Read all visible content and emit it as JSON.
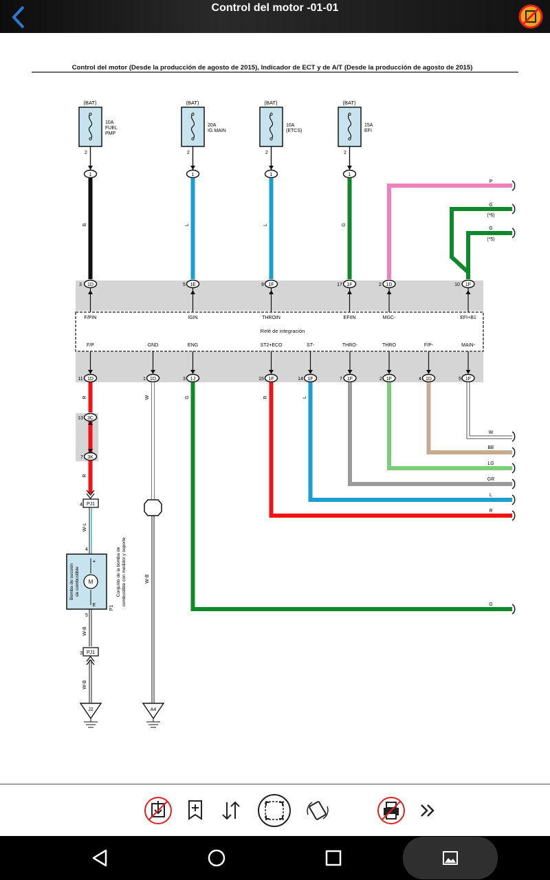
{
  "app": {
    "title": "Control del motor -01-01"
  },
  "diagram": {
    "heading": "Control del motor (Desde la producción de agosto de 2015), Indicador de ECT y de A/T (Desde la producción de agosto de 2015)",
    "bat_label": "(BAT)",
    "fuses": [
      {
        "amp": "10A",
        "name1": "FUEL",
        "name2": "PMP",
        "pin": "2",
        "conn": "1",
        "wire": "B",
        "relay_pin": "3",
        "relay_conn": "1D",
        "signal": "F/PIN"
      },
      {
        "amp": "20A",
        "name1": "IG MAIN",
        "name2": "",
        "pin": "2",
        "conn": "1",
        "wire": "L",
        "relay_pin": "5",
        "relay_conn": "1E",
        "signal": "IGIN"
      },
      {
        "amp": "10A",
        "name1": "(ETCS)",
        "name2": "",
        "pin": "2",
        "conn": "1",
        "wire": "L",
        "relay_pin": "9",
        "relay_conn": "1F",
        "signal": "THROIN"
      },
      {
        "amp": "15A",
        "name1": "EFI",
        "name2": "",
        "pin": "2",
        "conn": "1",
        "wire": "G",
        "relay_pin": "17",
        "relay_conn": "1F",
        "signal": "EFIIN"
      }
    ],
    "top_extra": [
      {
        "relay_pin": "2",
        "relay_conn": "1D",
        "signal": "MGC-"
      },
      {
        "relay_pin": "10",
        "relay_conn": "1F",
        "signal": "EFI+B1"
      }
    ],
    "right_top_wires": [
      {
        "label": "P",
        "note": ""
      },
      {
        "label": "G",
        "note": "(*6)"
      },
      {
        "label": "G",
        "note": "(*5)"
      }
    ],
    "relay_name": "Relé de integración",
    "bottom_pins": [
      {
        "signal": "F/P",
        "pin": "11",
        "conn": "1D"
      },
      {
        "signal": "GND",
        "pin": "1",
        "conn": "1D"
      },
      {
        "signal": "ENG",
        "pin": "3",
        "conn": "1J"
      },
      {
        "signal": "ST2+ECO",
        "pin": "15",
        "conn": "1F"
      },
      {
        "signal": "ST-",
        "pin": "14",
        "conn": "1F"
      },
      {
        "signal": "THRO-",
        "pin": "7",
        "conn": "1F"
      },
      {
        "signal": "THRO",
        "pin": "2",
        "conn": "1F"
      },
      {
        "signal": "F/P-",
        "pin": "4",
        "conn": "1D"
      },
      {
        "signal": "MAIN-",
        "pin": "5",
        "conn": "1F"
      }
    ],
    "bottom_wire_labels": {
      "fp": "R",
      "gnd": "W",
      "eng": "G",
      "st2": "R",
      "st": "L"
    },
    "right_bottom_wires": [
      "W",
      "BE",
      "LG",
      "GR",
      "L",
      "R",
      "G"
    ],
    "junction": {
      "pin_a": "13",
      "conn_a": "3C",
      "pin_b": "7",
      "conn_b": "3K"
    },
    "pj1": {
      "top_pin": "4",
      "bot_pin": "3",
      "name": "PJ1"
    },
    "pump": {
      "wire_top": "W-L",
      "pin_top": "4",
      "pin_bot": "5",
      "plus": "+",
      "e": "E",
      "motor": "M",
      "label1": "Bomba de succión",
      "label2": "de combustible",
      "part": "P1",
      "assy1": "Conjunto de la bomba de",
      "assy2": "combustible con medidor y soporte"
    },
    "wire_wb": "W-B",
    "grounds": [
      "J2",
      "A4"
    ]
  },
  "colors": {
    "black": "#111111",
    "blue": "#1a9fd0",
    "green": "#0e8a2c",
    "pink": "#ef7fbd",
    "red": "#f0141a",
    "gray": "#9a9a9a",
    "light_green": "#7ccc7c",
    "beige": "#c7ab90",
    "white_wire": "#e6e6e6",
    "relay_bg": "#d5d5d5"
  },
  "toolbar": {
    "icons": [
      "save-disabled-icon",
      "bookmark-add-icon",
      "sort-icon",
      "fit-screen-icon",
      "rotate-icon",
      "print-disabled-icon",
      "more-icon"
    ]
  },
  "navbar": {
    "icons": [
      "back-icon",
      "home-icon",
      "recents-icon",
      "image-icon"
    ]
  }
}
